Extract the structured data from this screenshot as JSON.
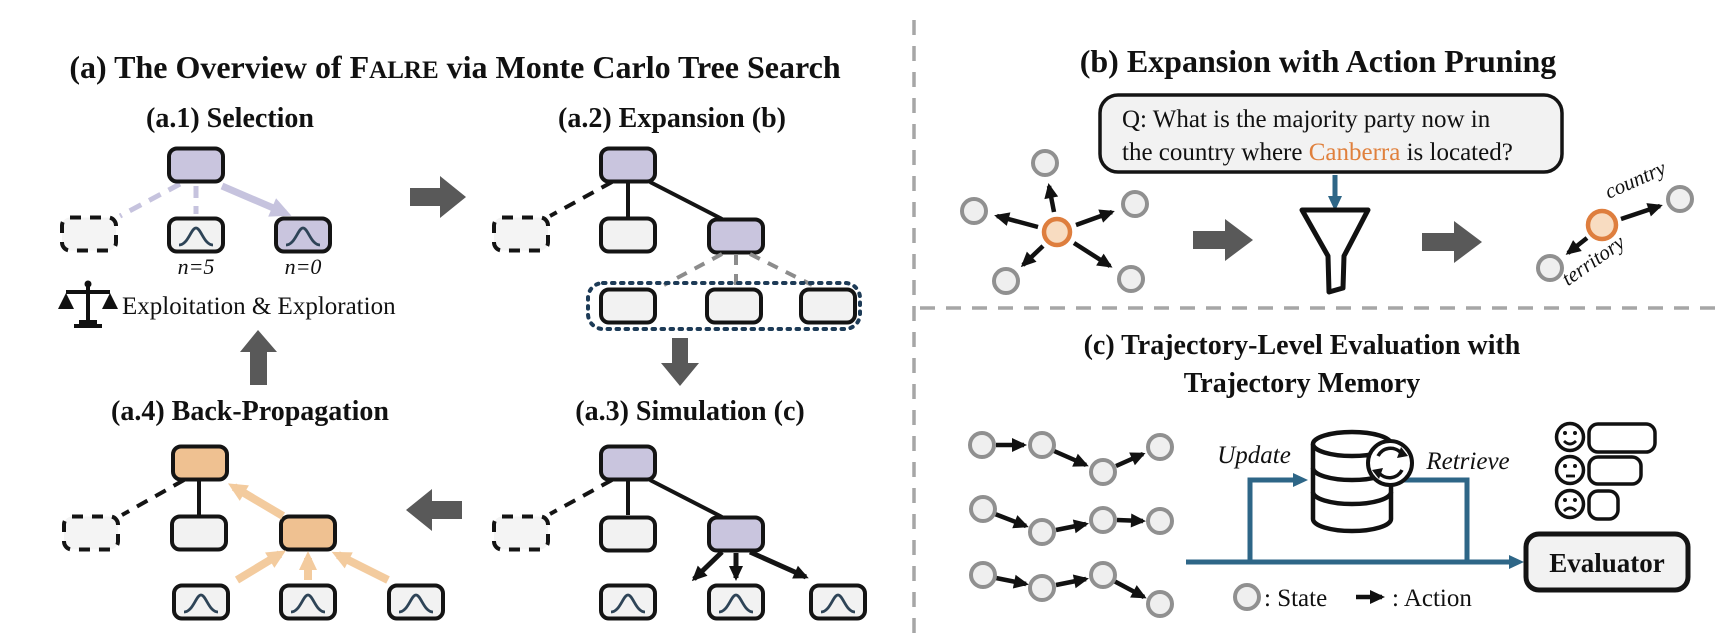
{
  "colors": {
    "lavender": "#c9c5de",
    "lavender_arrow": "#c6c3de",
    "orange_node": "#efc191",
    "orange_arrow": "#f3cb9e",
    "orange_text": "#e0803c",
    "node_light": "#f2f2f2",
    "blue": "#2e6687",
    "dark_arrow": "#595959",
    "navy_dotted": "#1d3b57",
    "gray_circle_border": "#909090",
    "divider": "#a6a6a6",
    "bell_curve": "#2e4457"
  },
  "icons": {
    "balance_scale": "balance-scale glyph",
    "funnel": "funnel outline",
    "database": "stacked cylinder",
    "refresh": "circular arrows",
    "faces": [
      "smile",
      "neutral",
      "frown"
    ]
  },
  "panel_a": {
    "title": {
      "prefix": "(a) The Overview of F",
      "smallcaps": "ALRE",
      "suffix": " via Monte Carlo Tree Search"
    },
    "selection": {
      "label": "(a.1) Selection",
      "n_visited": "n=5",
      "n_new": "n=0",
      "legend": "Exploitation & Exploration"
    },
    "expansion": {
      "label": "(a.2) Expansion (b)"
    },
    "simulation": {
      "label": "(a.3) Simulation (c)"
    },
    "backprop": {
      "label": "(a.4) Back-Propagation"
    }
  },
  "panel_b": {
    "title": "(b) Expansion with Action Pruning",
    "question": {
      "line1": "Q: What is the majority party now in",
      "line2_prefix": "the country where ",
      "entity": "Canberra",
      "line2_suffix": " is located?"
    },
    "edges": {
      "kept": "country",
      "pruned": "territory"
    }
  },
  "panel_c": {
    "title_line1": "(c) Trajectory-Level Evaluation with",
    "title_line2": "Trajectory Memory",
    "update_label": "Update",
    "retrieve_label": "Retrieve",
    "evaluator_label": "Evaluator",
    "legend": {
      "state": ": State",
      "action": ": Action"
    }
  }
}
